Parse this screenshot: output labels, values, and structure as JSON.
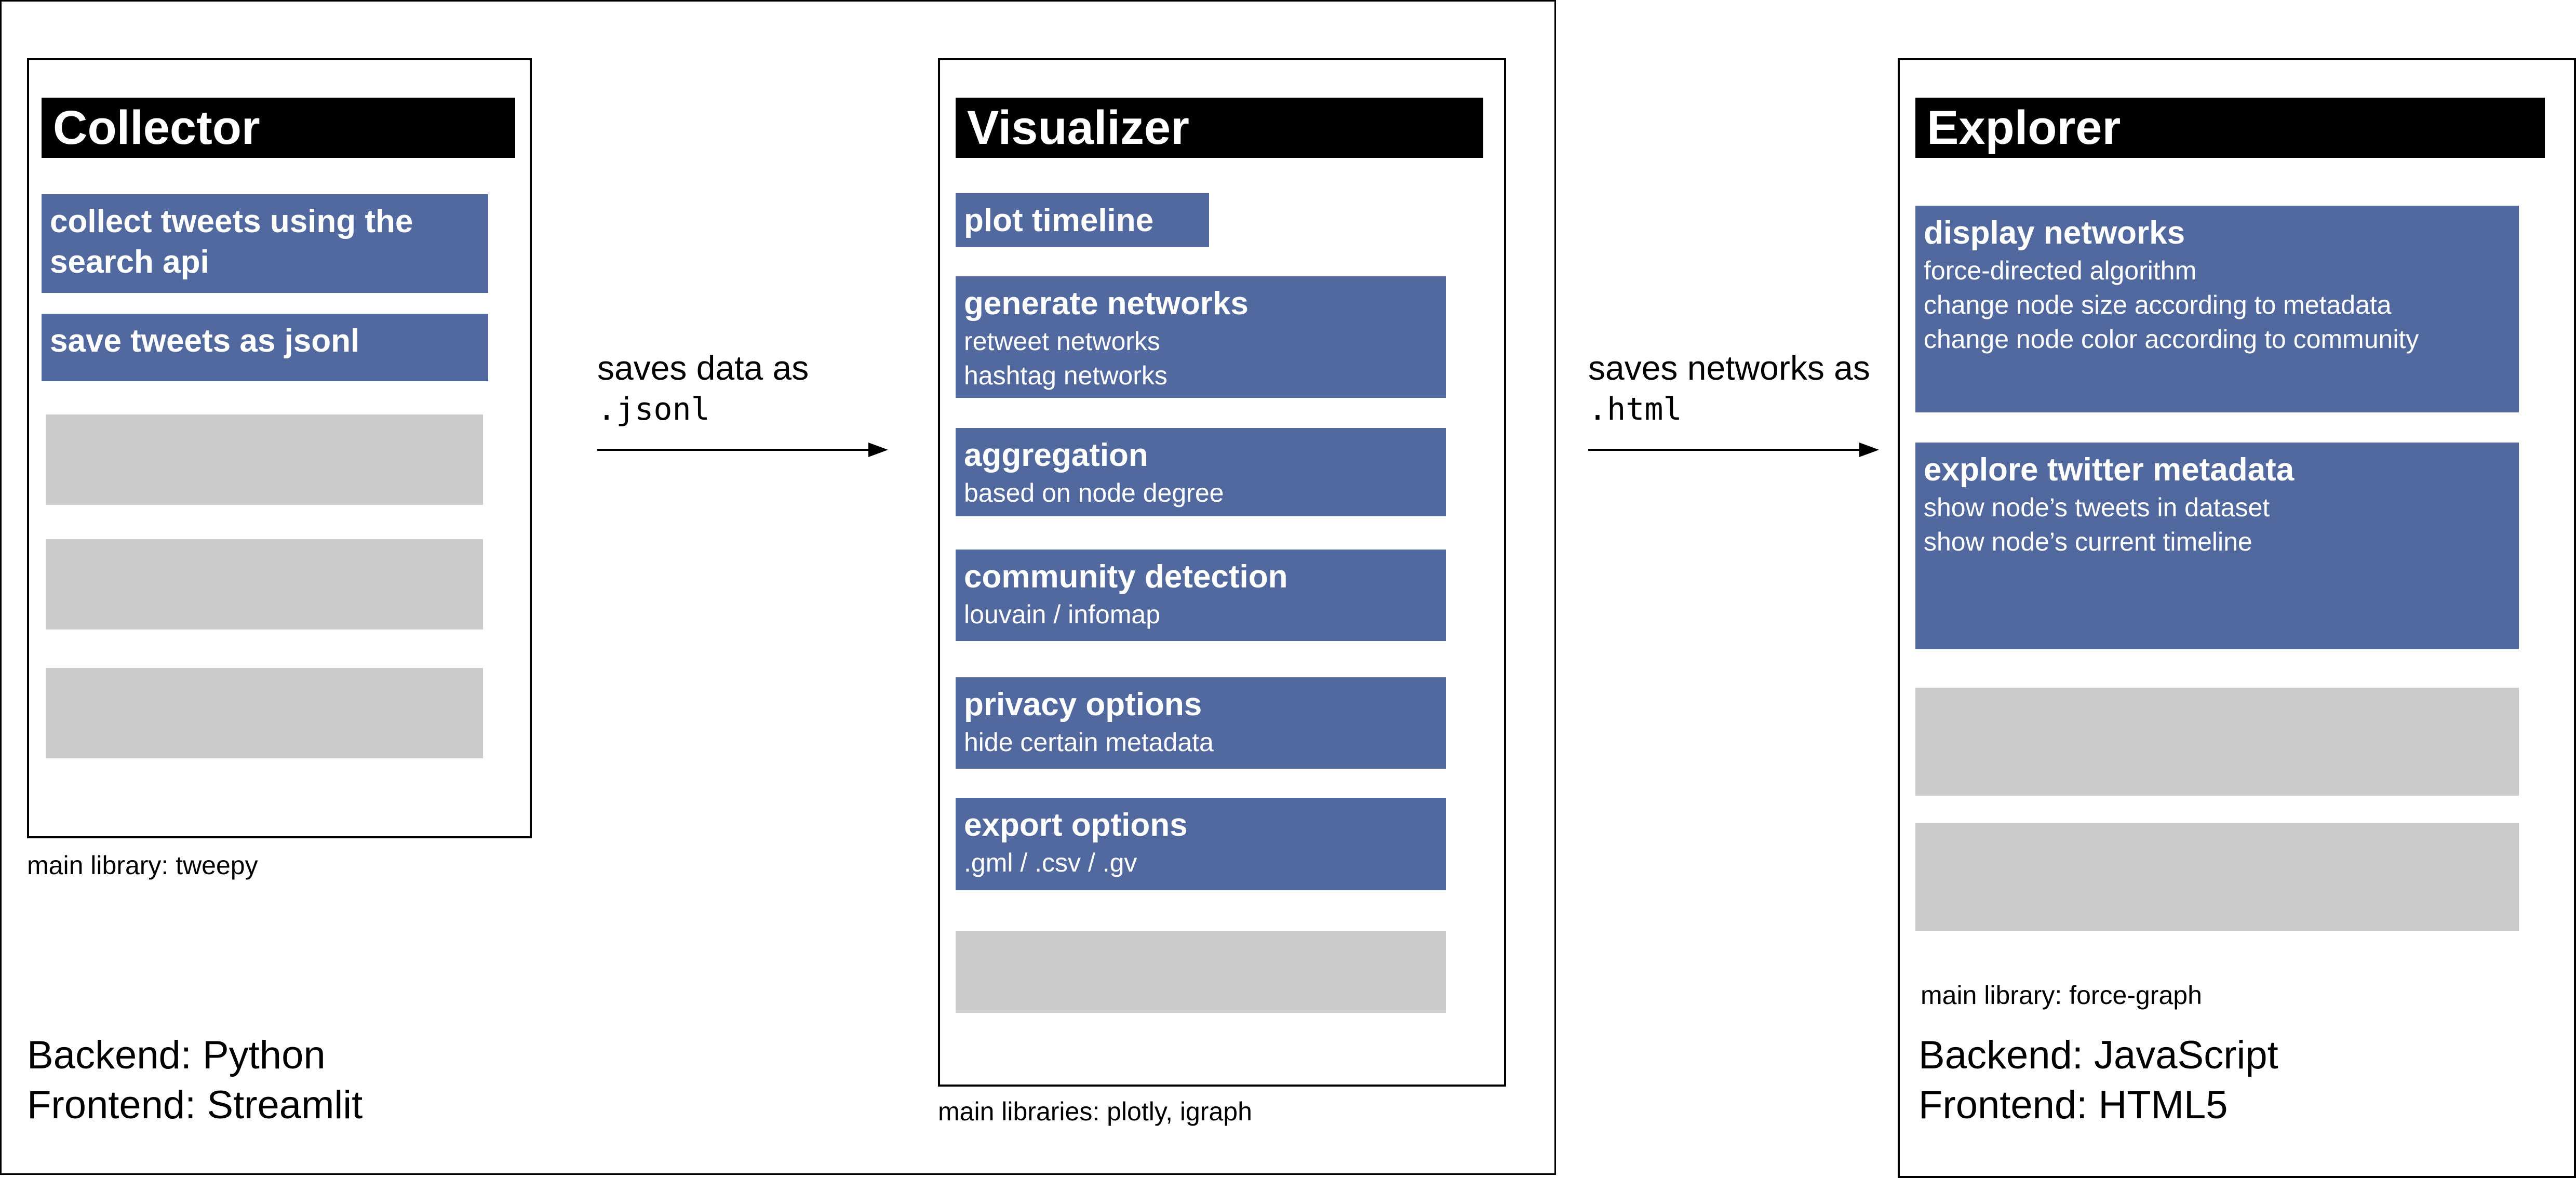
{
  "collector": {
    "title": "Collector",
    "features": [
      {
        "title": "collect tweets using  the\nsearch api"
      },
      {
        "title": "save tweets as jsonl"
      }
    ],
    "library_note": "main library: tweepy",
    "backend": "Backend: Python",
    "frontend": "Frontend: Streamlit"
  },
  "edge_collector_visualizer": {
    "label": "saves data as",
    "format": ".jsonl"
  },
  "visualizer": {
    "title": "Visualizer",
    "features": [
      {
        "title": "plot timeline"
      },
      {
        "title": "generate networks",
        "desc": [
          "retweet networks",
          "hashtag networks"
        ]
      },
      {
        "title": "aggregation",
        "desc": [
          "based on node degree"
        ]
      },
      {
        "title": "community detection",
        "desc": [
          "louvain / infomap"
        ]
      },
      {
        "title": "privacy options",
        "desc": [
          "hide certain metadata"
        ]
      },
      {
        "title": "export options",
        "desc": [
          ".gml / .csv / .gv"
        ]
      }
    ],
    "library_note": "main libraries: plotly, igraph"
  },
  "edge_visualizer_explorer": {
    "label": "saves networks as",
    "format": ".html"
  },
  "explorer": {
    "title": "Explorer",
    "features": [
      {
        "title": "display networks",
        "desc": [
          "force-directed algorithm",
          "change node size according to metadata",
          "change node color according to community"
        ]
      },
      {
        "title": "explore twitter metadata",
        "desc": [
          "show node’s tweets in dataset",
          "show node’s current timeline"
        ]
      }
    ],
    "library_note": "main library: force-graph",
    "backend": "Backend: JavaScript",
    "frontend": "Frontend: HTML5"
  }
}
